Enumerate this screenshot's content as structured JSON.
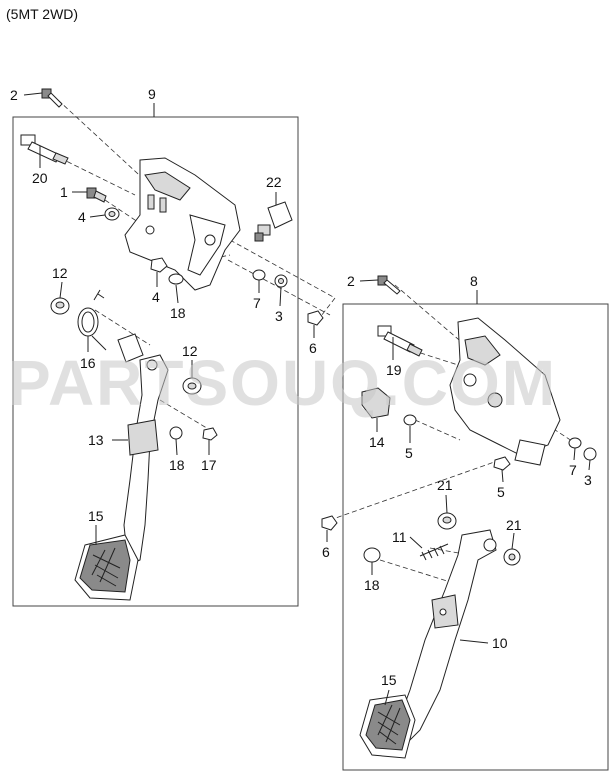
{
  "caption": "(5MT 2WD)",
  "watermark": "PARTSOUQ.COM",
  "assembly_labels": {
    "left": "9",
    "right": "8"
  },
  "left_callouts": {
    "c2": "2",
    "c20": "20",
    "c1": "1",
    "c4a": "4",
    "c22": "22",
    "c12a": "12",
    "c4b": "4",
    "c18a": "18",
    "c7": "7",
    "c3": "3",
    "c16": "16",
    "c12b": "12",
    "c13": "13",
    "c18b": "18",
    "c17": "17",
    "c15": "15",
    "c6": "6"
  },
  "right_callouts": {
    "c2": "2",
    "c19": "19",
    "c14": "14",
    "c5a": "5",
    "c5b": "5",
    "c7": "7",
    "c3": "3",
    "c6": "6",
    "c21a": "21",
    "c11": "11",
    "c21b": "21",
    "c18": "18",
    "c10": "10",
    "c15": "15"
  }
}
